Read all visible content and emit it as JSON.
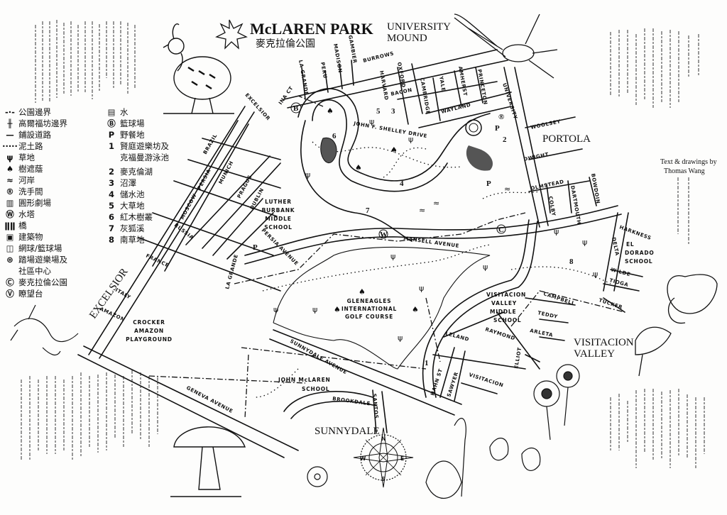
{
  "title": {
    "en": "McLAREN PARK",
    "zh": "麥克拉倫公園"
  },
  "credit": {
    "en_line1": "Text & drawings by",
    "en_line2": "Thomas Wang"
  },
  "neighborhoods": {
    "university_mound_1": "UNIVERSITY",
    "university_mound_2": "MOUND",
    "portola": "PORTOLA",
    "visitacion_valley_1": "VISITACION",
    "visitacion_valley_2": "VALLEY",
    "excelsior": "EXCELSIOR",
    "sunnydale": "SUNNYDALE"
  },
  "places": {
    "luther_burbank": [
      "LUTHER",
      "BURBANK",
      "MIDDLE",
      "SCHOOL"
    ],
    "gleneagles": [
      "GLENEAGLES",
      "INTERNATIONAL",
      "GOLF COURSE"
    ],
    "crocker_amazon": [
      "CROCKER",
      "AMAZON",
      "PLAYGROUND"
    ],
    "john_mclaren_school": [
      "JOHN McLAREN",
      "SCHOOL"
    ],
    "visitacion_valley_ms": [
      "VISITACION",
      "VALLEY",
      "MIDDLE",
      "SCHOOL"
    ],
    "el_dorado_school": [
      "EL",
      "DORADO",
      "SCHOOL"
    ]
  },
  "streets": {
    "la_grande_n": "LA GRANDE",
    "peru": "PERU",
    "madison": "MADISON",
    "gambier": "GAMBIER",
    "burrows": "BURROWS",
    "harvard": "HARVARD",
    "oxford": "OXFORD",
    "bacon": "BACON",
    "cambridge": "CAMBRIDGE",
    "yale": "YALE",
    "wayland": "WAYLAND",
    "amherst": "AMHERST",
    "princeton": "PRINCETON",
    "university": "UNIVERSITY",
    "woolsey": "WOOLSEY",
    "dwight": "DWIGHT",
    "olmstead": "OLMSTEAD",
    "colby": "COLBY",
    "dartmouth": "DARTMOUTH",
    "bowdoin": "BOWDOIN",
    "harkness": "HARKNESS",
    "delta": "DELTA",
    "wilde": "WILDE",
    "tioga": "TIOGA",
    "tucker": "TUCKER",
    "campbell": "CAMPBELL",
    "teddy": "TEDDY",
    "arleta": "ARLETA",
    "raymond": "RAYMOND",
    "elliot": "ELLIOT",
    "visitacion": "VISITACION",
    "leland": "LELAND",
    "hahn": "HAHN ST",
    "sawyer": "SAWYER",
    "mansell": "MANSELL AVENUE",
    "shelley": "JOHN F. SHELLEY DRIVE",
    "sunnydale_ave": "SUNNYDALE AVENUE",
    "brookdale": "BROOKDALE",
    "santos": "SANTOS",
    "geneva": "GENEVA AVENUE",
    "excelsior_st": "EXCELSIOR",
    "ina_ct": "INA CT",
    "brazil": "BRAZIL",
    "persia": "PERSIA",
    "munich": "MUNICH",
    "prague": "PRAGUE",
    "dublin": "DUBLIN",
    "moscow": "MOSCOW",
    "russia": "RUSSIA",
    "france": "FRANCE",
    "italy": "ITALY",
    "amazon": "AMAZON",
    "la_grande_s": "LA GRANDE",
    "persia_ave": "PERSIA AVENUE"
  },
  "legend_symbols": [
    {
      "symbol": "-·-",
      "label": "公園邊界"
    },
    {
      "symbol": "╫",
      "label": "高爾福坊邊界"
    },
    {
      "symbol": "—",
      "label": "鋪設道路"
    },
    {
      "symbol": "·····",
      "label": "泥土路"
    },
    {
      "symbol": "ψ",
      "label": "草地"
    },
    {
      "symbol": "♠",
      "label": "樹遮蔭"
    },
    {
      "symbol": "≈",
      "label": "河岸"
    },
    {
      "symbol": "®",
      "label": "洗手間"
    },
    {
      "symbol": "▥",
      "label": "圓形劇場"
    },
    {
      "symbol": "Ⓦ",
      "label": "水塔"
    },
    {
      "symbol": "ǁǁ",
      "label": "橋"
    },
    {
      "symbol": "▣",
      "label": "建築物"
    },
    {
      "symbol": "◫",
      "label": "網球/籃球場"
    },
    {
      "symbol": "⊛",
      "label": "踏場遊樂場及",
      "label2": "社區中心"
    },
    {
      "symbol": "Ⓒ",
      "label": "麥克拉倫公園"
    },
    {
      "symbol": "Ⓥ",
      "label": "瞭望台"
    }
  ],
  "legend_places": [
    {
      "key": "▤",
      "label": "水"
    },
    {
      "key": "Ⓑ",
      "label": "籃球場"
    },
    {
      "key": "P",
      "label": "野餐地"
    },
    {
      "key": "1",
      "label": "賢庭遊樂坊及",
      "label2": "克福曼游泳池"
    },
    {
      "key": "2",
      "label": "麥克倫湖"
    },
    {
      "key": "3",
      "label": "沼澤"
    },
    {
      "key": "4",
      "label": "儲水池"
    },
    {
      "key": "5",
      "label": "大草地"
    },
    {
      "key": "6",
      "label": "紅木樹叢"
    },
    {
      "key": "7",
      "label": "灰狐溪"
    },
    {
      "key": "8",
      "label": "南草地"
    }
  ],
  "map_markers": {
    "n1": "1",
    "n2": "2",
    "n3": "3",
    "n4": "4",
    "n5": "5",
    "n6": "6",
    "n7": "7",
    "n8": "8",
    "p": "P",
    "b": "B",
    "r": "®",
    "c": "C",
    "w": "W"
  },
  "compass": {
    "n": "N",
    "s": "S",
    "e": "E",
    "w": "W"
  }
}
